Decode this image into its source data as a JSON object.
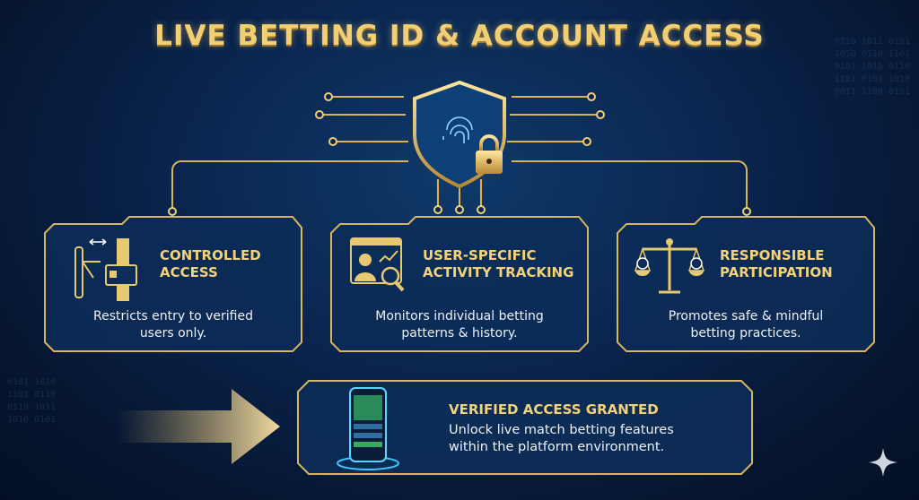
{
  "title": "LIVE BETTING ID & ACCOUNT ACCESS",
  "colors": {
    "gold": "#f2cf74",
    "background": "#0a2650",
    "card": "#0c2d58",
    "text": "#eef2f8"
  },
  "center_icon": "shield-fingerprint-lock-icon",
  "cards": [
    {
      "icon": "turnstile-id-card-icon",
      "title_line1": "CONTROLLED",
      "title_line2": "ACCESS",
      "desc_line1": "Restricts entry to verified",
      "desc_line2": "users only."
    },
    {
      "icon": "user-analytics-magnifier-icon",
      "title_line1": "USER-SPECIFIC",
      "title_line2": "ACTIVITY TRACKING",
      "desc_line1": "Monitors individual betting",
      "desc_line2": "patterns & history."
    },
    {
      "icon": "balance-scale-icon",
      "title_line1": "RESPONSIBLE",
      "title_line2": "PARTICIPATION",
      "desc_line1": "Promotes safe & mindful",
      "desc_line2": "betting practices."
    }
  ],
  "granted": {
    "icon": "smartphone-app-icon",
    "title": "VERIFIED ACCESS GRANTED",
    "desc_line1": "Unlock live match betting features",
    "desc_line2": "within the platform environment."
  },
  "arrow_icon": "arrow-right-icon",
  "sparkle_icon": "sparkle-icon"
}
